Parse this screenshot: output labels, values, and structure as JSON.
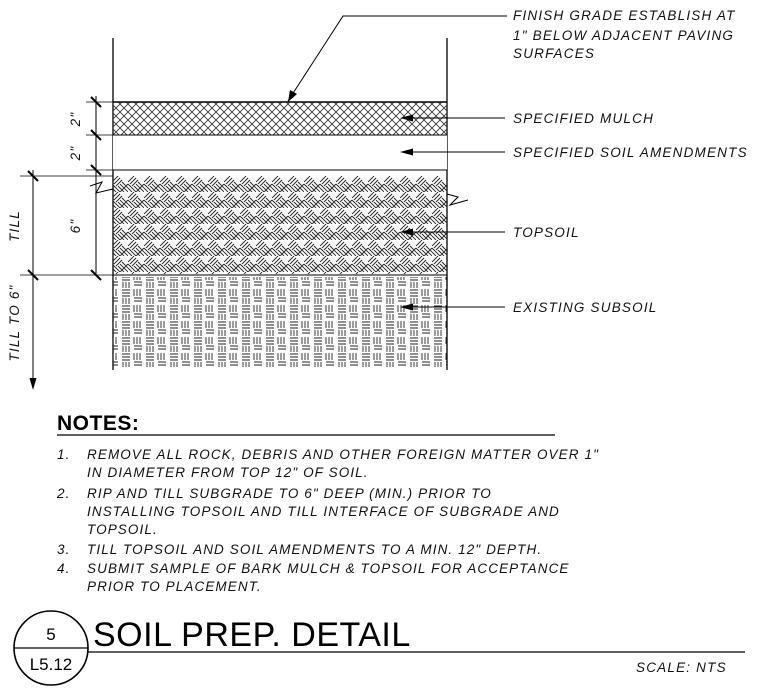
{
  "callouts": {
    "finish_grade": [
      "FINISH GRADE ESTABLISH AT",
      "1\" BELOW ADJACENT PAVING",
      "SURFACES"
    ],
    "mulch": "SPECIFIED MULCH",
    "soil_amend": "SPECIFIED SOIL AMENDMENTS",
    "topsoil": "TOPSOIL",
    "subsoil": "EXISTING SUBSOIL"
  },
  "dimensions": {
    "mulch": "2\"",
    "soil_amend": "2\"",
    "topsoil": "6\"",
    "till": "TILL",
    "till_to": "TILL TO 6\""
  },
  "notes": {
    "heading": "NOTES:",
    "items": [
      {
        "num": "1.",
        "lines": [
          "REMOVE ALL ROCK, DEBRIS AND OTHER FOREIGN MATTER OVER 1\"",
          "IN DIAMETER FROM TOP 12\" OF SOIL."
        ]
      },
      {
        "num": "2.",
        "lines": [
          "RIP AND TILL SUBGRADE TO 6\" DEEP (MIN.) PRIOR TO",
          "INSTALLING TOPSOIL AND TILL INTERFACE OF SUBGRADE AND",
          "TOPSOIL."
        ]
      },
      {
        "num": "3.",
        "lines": [
          "TILL TOPSOIL AND SOIL AMENDMENTS TO A MIN. 12\" DEPTH."
        ]
      },
      {
        "num": "4.",
        "lines": [
          "SUBMIT SAMPLE OF BARK MULCH & TOPSOIL FOR ACCEPTANCE",
          "PRIOR TO PLACEMENT."
        ]
      }
    ]
  },
  "title_block": {
    "detail_number": "5",
    "sheet": "L5.12",
    "title": "SOIL PREP. DETAIL",
    "scale": "SCALE: NTS"
  }
}
